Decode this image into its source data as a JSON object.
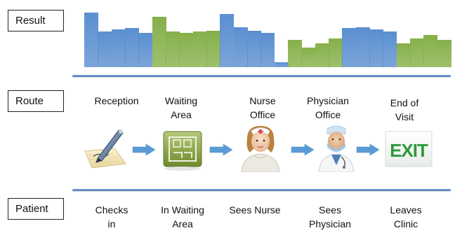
{
  "labels": {
    "result": "Result",
    "route": "Route",
    "patient": "Patient"
  },
  "colors": {
    "blue_segment": "#5b8fd0",
    "green_segment": "#86b04a",
    "divider": "#5a89c6",
    "arrow": "#5b9bd5"
  },
  "result_signal": [
    {
      "segment": "blue",
      "level": 0.95
    },
    {
      "segment": "blue",
      "level": 0.62
    },
    {
      "segment": "blue",
      "level": 0.66
    },
    {
      "segment": "blue",
      "level": 0.68
    },
    {
      "segment": "blue",
      "level": 0.6
    },
    {
      "segment": "green",
      "level": 0.88
    },
    {
      "segment": "green",
      "level": 0.62
    },
    {
      "segment": "green",
      "level": 0.6
    },
    {
      "segment": "green",
      "level": 0.62
    },
    {
      "segment": "green",
      "level": 0.64
    },
    {
      "segment": "blue",
      "level": 0.93
    },
    {
      "segment": "blue",
      "level": 0.7
    },
    {
      "segment": "blue",
      "level": 0.64
    },
    {
      "segment": "blue",
      "level": 0.6
    },
    {
      "segment": "blue",
      "level": 0.08
    },
    {
      "segment": "green",
      "level": 0.48
    },
    {
      "segment": "green",
      "level": 0.34
    },
    {
      "segment": "green",
      "level": 0.42
    },
    {
      "segment": "green",
      "level": 0.5
    },
    {
      "segment": "blue",
      "level": 0.68
    },
    {
      "segment": "blue",
      "level": 0.7
    },
    {
      "segment": "blue",
      "level": 0.66
    },
    {
      "segment": "blue",
      "level": 0.62
    },
    {
      "segment": "green",
      "level": 0.42
    },
    {
      "segment": "green",
      "level": 0.5
    },
    {
      "segment": "green",
      "level": 0.56
    },
    {
      "segment": "green",
      "level": 0.48
    }
  ],
  "steps": [
    {
      "title": "Reception",
      "caption": "Checks in",
      "icon": "pen-signing-icon"
    },
    {
      "title": "Waiting Area",
      "caption": "In Waiting Area",
      "icon": "waiting-room-icon"
    },
    {
      "title": "Nurse Office",
      "caption": "Sees Nurse",
      "icon": "nurse-icon"
    },
    {
      "title": "Physician Office",
      "caption": "Sees Physician",
      "icon": "physician-icon"
    },
    {
      "title": "End of Visit",
      "caption": "Leaves Clinic",
      "icon": "exit-sign-icon"
    }
  ],
  "exit_sign_text": "EXIT"
}
